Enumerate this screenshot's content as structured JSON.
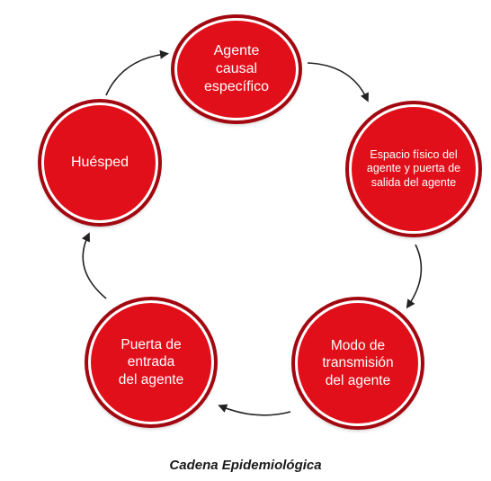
{
  "nodes": [
    {
      "label": "Agente\ncausal\nespecífico"
    },
    {
      "label": "Espacio físico del\nagente y puerta de\nsalida del agente"
    },
    {
      "label": "Modo de\ntransmisión\ndel agente"
    },
    {
      "label": "Puerta de\nentrada\ndel agente"
    },
    {
      "label": "Huésped"
    }
  ],
  "caption": "Cadena Epidemiológica",
  "colors": {
    "node_fill": "#e10f1a",
    "node_ring": "#a30810",
    "arrow": "#222222"
  }
}
